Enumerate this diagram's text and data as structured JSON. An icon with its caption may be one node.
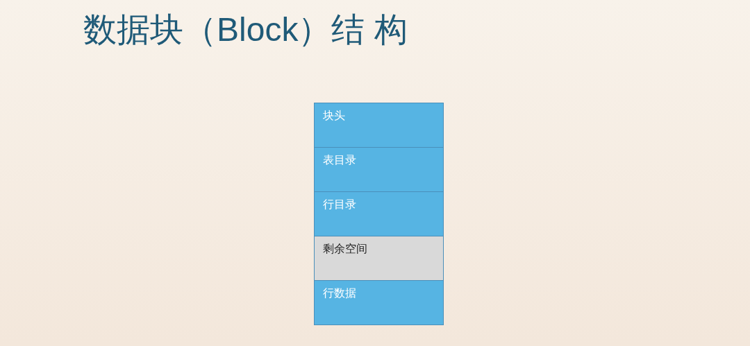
{
  "diagram": {
    "title": "数据块（Block）结 构",
    "nodes": [
      {
        "text": [
          "块头"
        ]
      },
      {
        "text": [
          "表目录"
        ]
      },
      {
        "text": [
          "行目录"
        ]
      },
      {
        "text": [
          "剩余空间"
        ]
      },
      {
        "text": [
          "行数据"
        ]
      }
    ]
  }
}
